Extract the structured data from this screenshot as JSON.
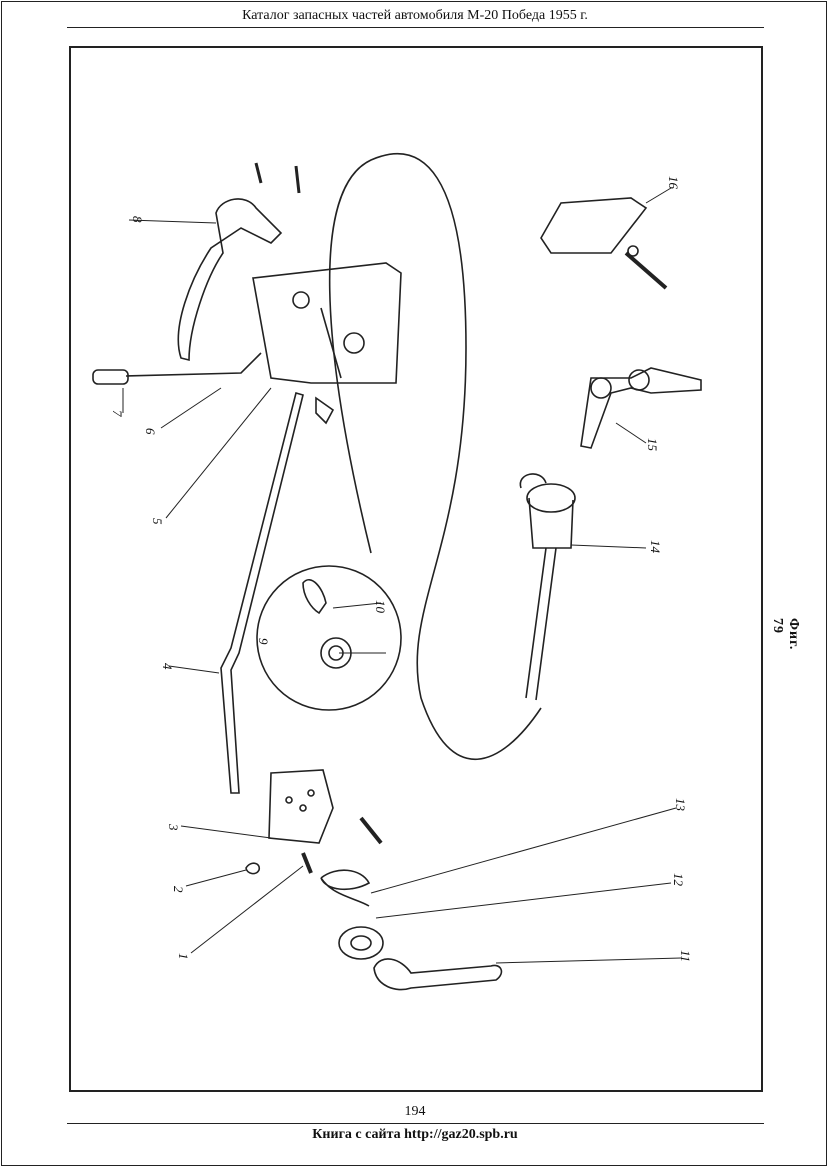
{
  "header": {
    "title": "Каталог запасных частей автомобиля М-20 Победа 1955 г."
  },
  "figure": {
    "caption": "Фиг. 79",
    "callouts": [
      "1",
      "2",
      "3",
      "4",
      "5",
      "6",
      "7",
      "8",
      "9",
      "10",
      "11",
      "12",
      "13",
      "14",
      "15",
      "16"
    ]
  },
  "footer": {
    "page_number": "194",
    "source": "Книга с сайта http://gaz20.spb.ru"
  }
}
